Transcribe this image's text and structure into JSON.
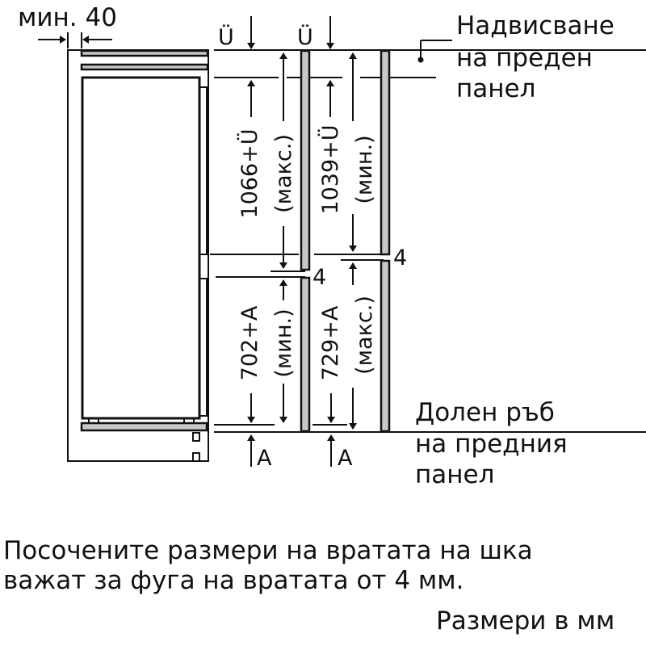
{
  "labels": {
    "min_gap": "мин. 40",
    "overhang_symbol": "Ü",
    "upper_max": "1066+Ü",
    "upper_max_note": "(макс.)",
    "upper_min": "1039+Ü",
    "upper_min_note": "(мин.)",
    "lower_min": "702+A",
    "lower_min_note": "(мин.)",
    "lower_max": "729+A",
    "lower_max_note": "(макс.)",
    "gap": "4",
    "bottom_symbol": "A",
    "overhang_label": [
      "Надвисване",
      "на преден",
      "панел"
    ],
    "bottom_edge_label": [
      "Долен ръб",
      "на предния",
      "панел"
    ]
  },
  "notes": {
    "line1": "Посочените размери на вратата на шка",
    "line2": "важат за фуга на вратата от 4 мм.",
    "units": "Размери в мм"
  }
}
